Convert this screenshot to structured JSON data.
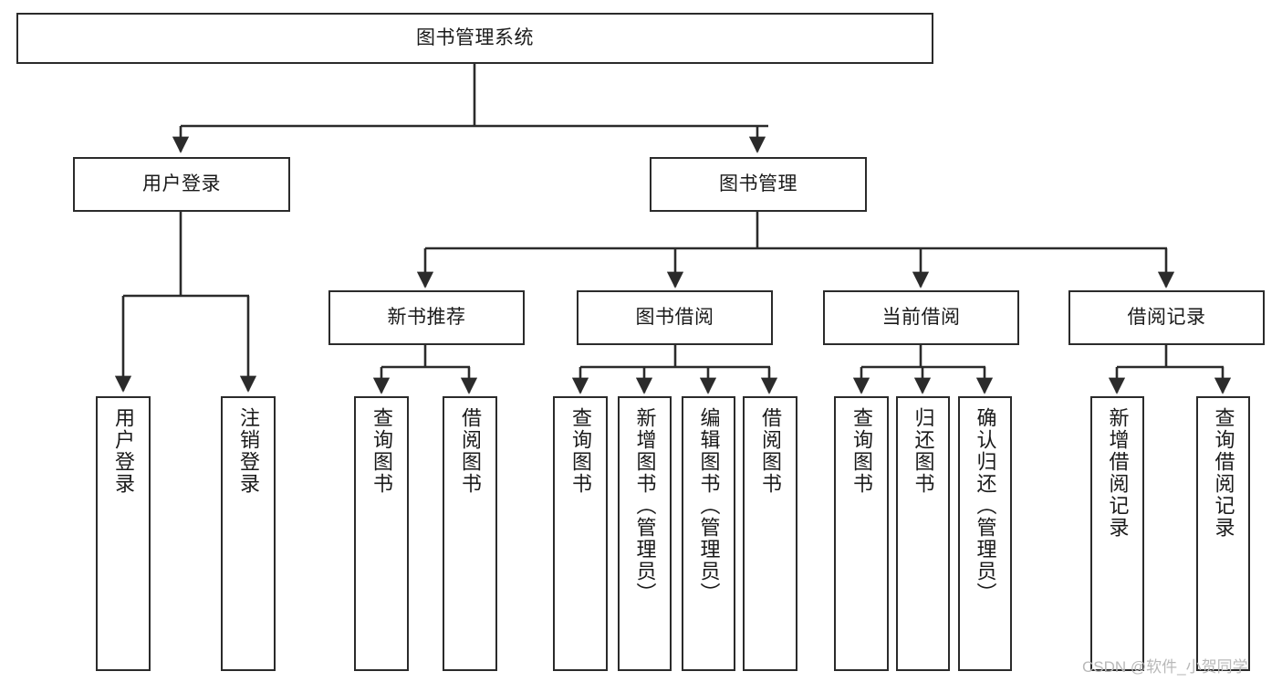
{
  "diagram": {
    "title": "图书管理系统",
    "background_color": "#ffffff",
    "border_color": "#2b2b2b",
    "text_color": "#1a1a1a",
    "root": {
      "label": "图书管理系统"
    },
    "level1": [
      {
        "label": "用户登录"
      },
      {
        "label": "图书管理"
      }
    ],
    "level2": [
      {
        "label": "新书推荐"
      },
      {
        "label": "图书借阅"
      },
      {
        "label": "当前借阅"
      },
      {
        "label": "借阅记录"
      }
    ],
    "leaves": {
      "user_login": [
        {
          "label": "用户登录"
        },
        {
          "label": "注销登录"
        }
      ],
      "new_book_recommend": [
        {
          "label": "查询图书"
        },
        {
          "label": "借阅图书"
        }
      ],
      "book_borrow": [
        {
          "label": "查询图书"
        },
        {
          "label": "新增图书（管理员）"
        },
        {
          "label": "编辑图书（管理员）"
        },
        {
          "label": "借阅图书"
        }
      ],
      "current_borrow": [
        {
          "label": "查询图书"
        },
        {
          "label": "归还图书"
        },
        {
          "label": "确认归还（管理员）"
        }
      ],
      "borrow_record": [
        {
          "label": "新增借阅记录"
        },
        {
          "label": "查询借阅记录"
        }
      ]
    }
  },
  "watermark": {
    "text": "CSDN @软件_小贺同学",
    "color": "#b9b9b9"
  }
}
